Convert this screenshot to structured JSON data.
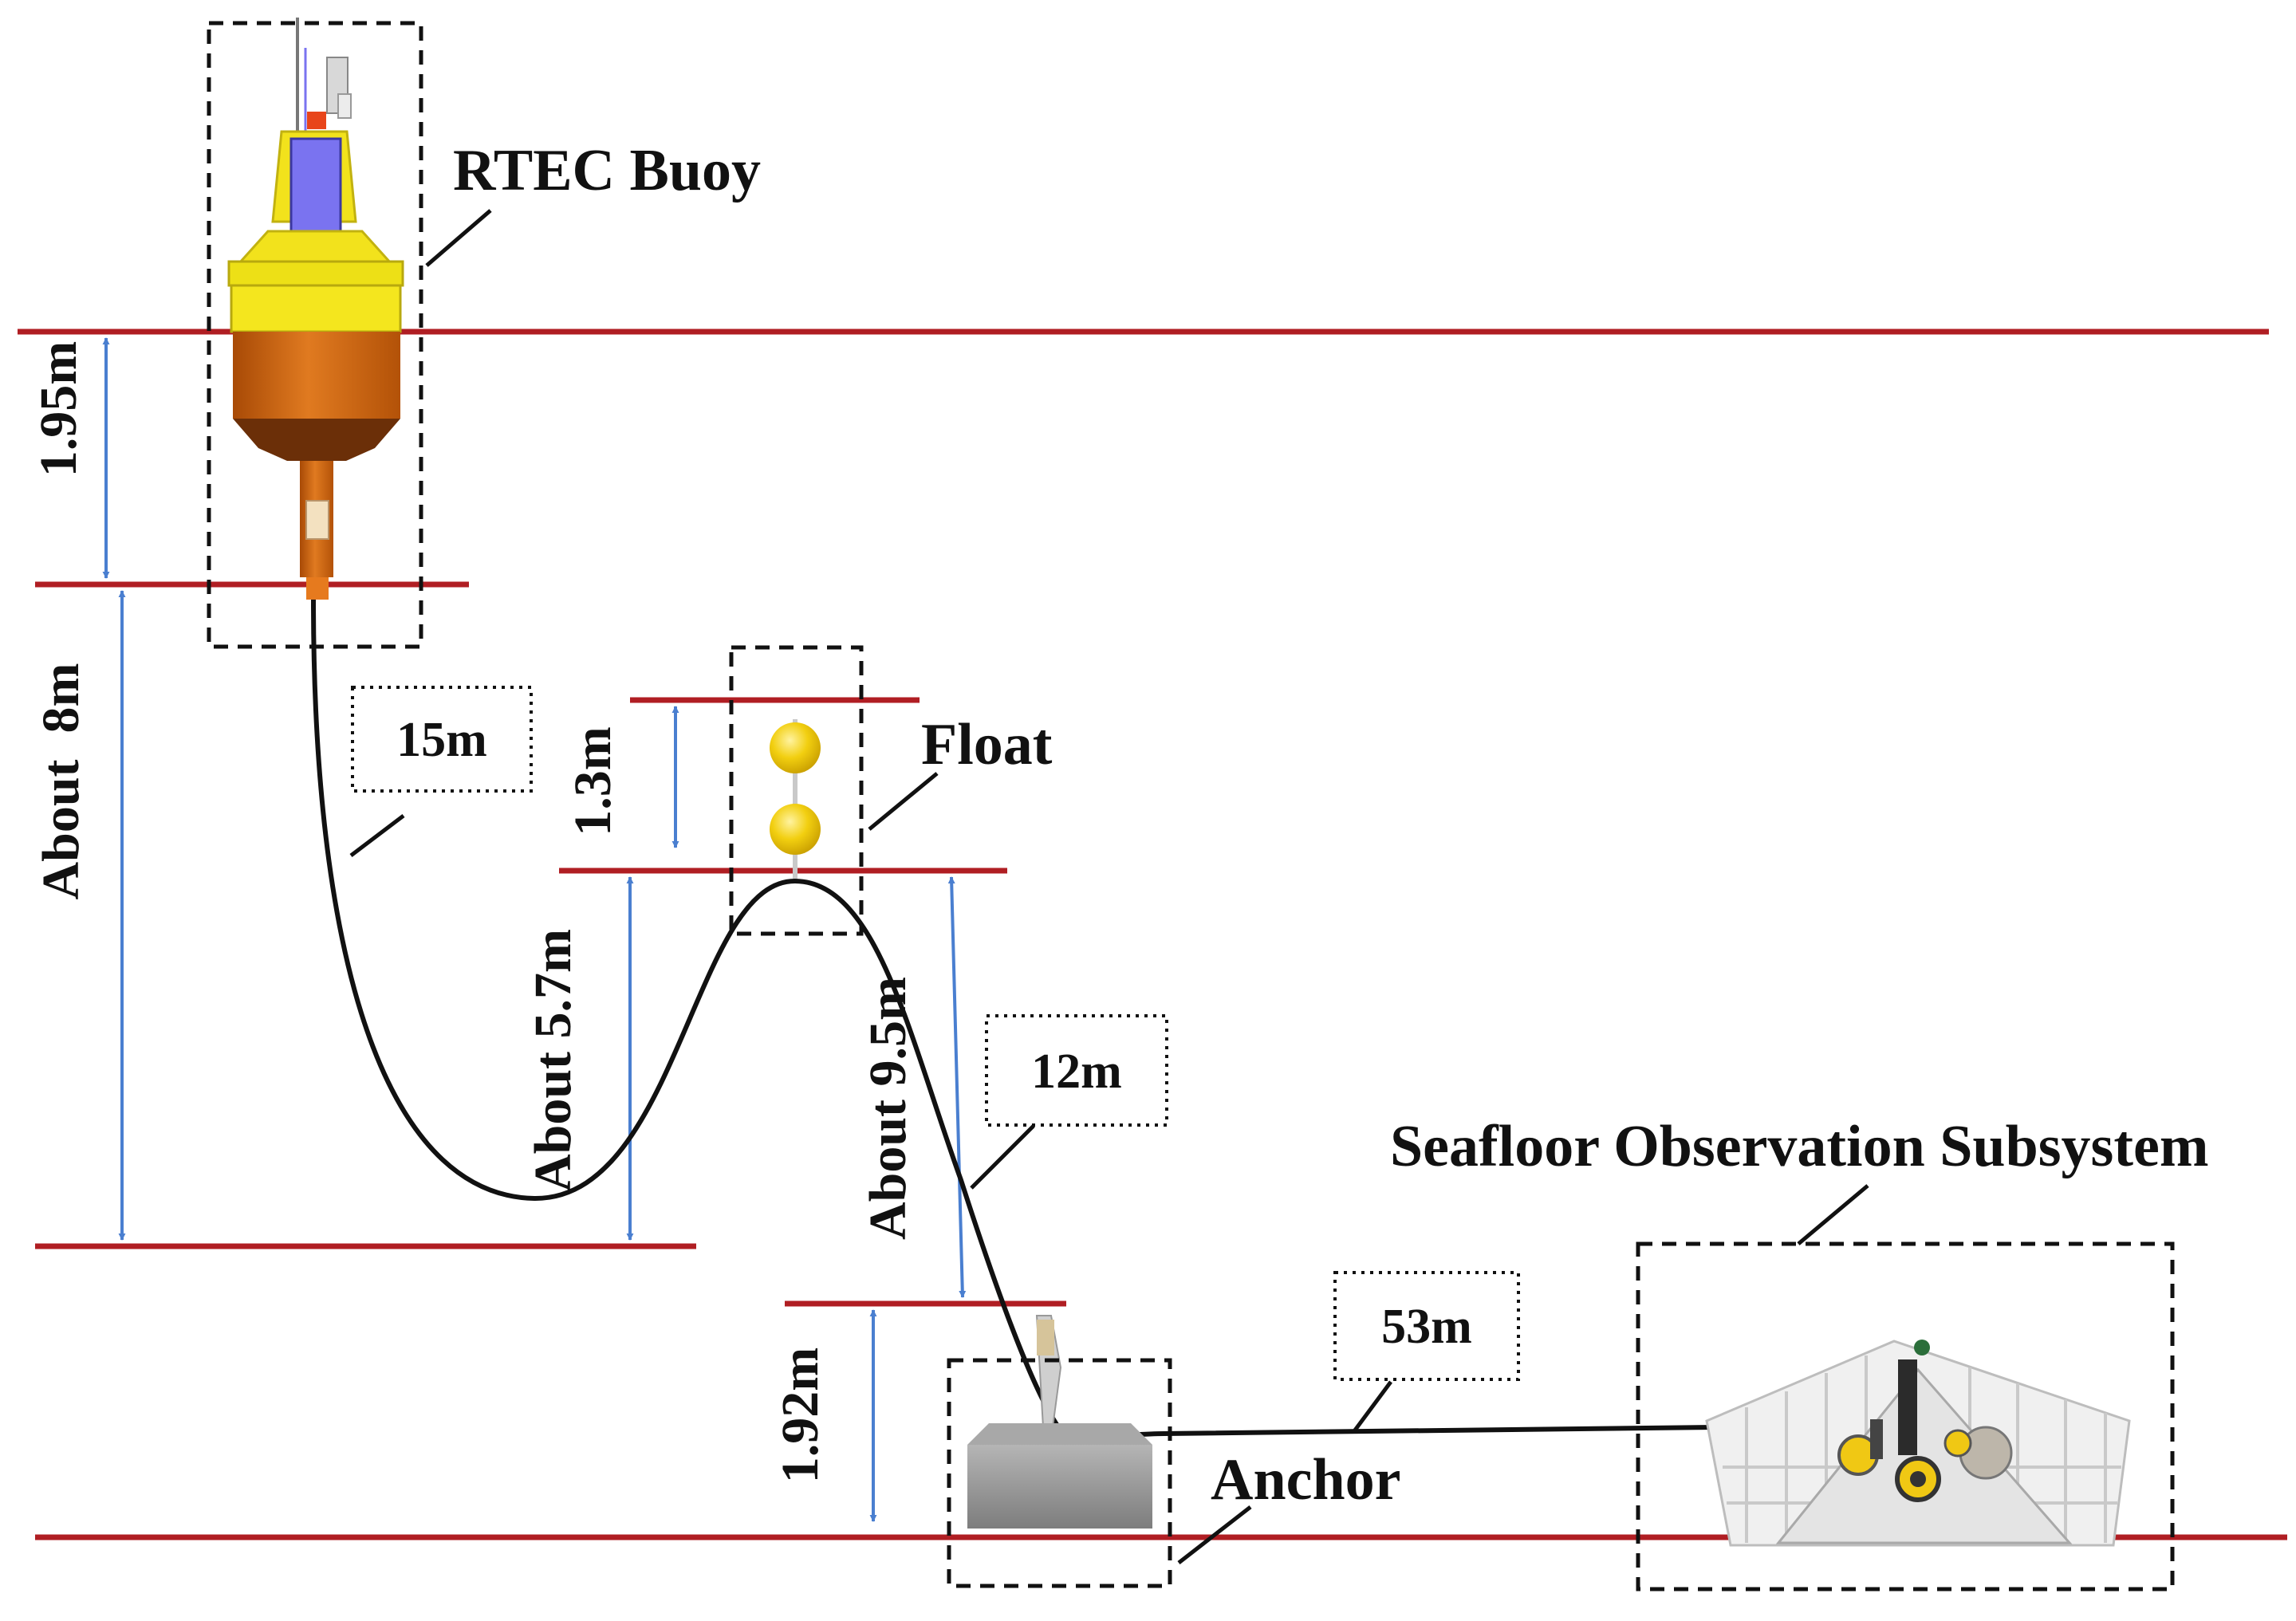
{
  "labels": {
    "buoy": "RTEC Buoy",
    "float": "Float",
    "anchor": "Anchor",
    "seafloor": "Seafloor Observation Subsystem"
  },
  "dimensions": {
    "buoy_draft": "1.95m",
    "buoy_to_trough": "About  8m",
    "float_height": "1.3m",
    "float_to_trough": "About 5.7m",
    "float_to_anchor_top": "About 9.5m",
    "anchor_height": "1.92m"
  },
  "cable_lengths": {
    "segment_1": "15m",
    "segment_2": "12m",
    "segment_3": "53m"
  },
  "colors": {
    "level_line": "#b01e23",
    "arrow": "#4a7fd0",
    "cable": "#111111",
    "buoy_yellow": "#f2e21c",
    "buoy_orange": "#d0660e",
    "buoy_panel": "#7a73f0",
    "float_yellow": "#f2cf10",
    "anchor_gray": "#8e8e8e",
    "frame_white": "#eeeeee"
  }
}
